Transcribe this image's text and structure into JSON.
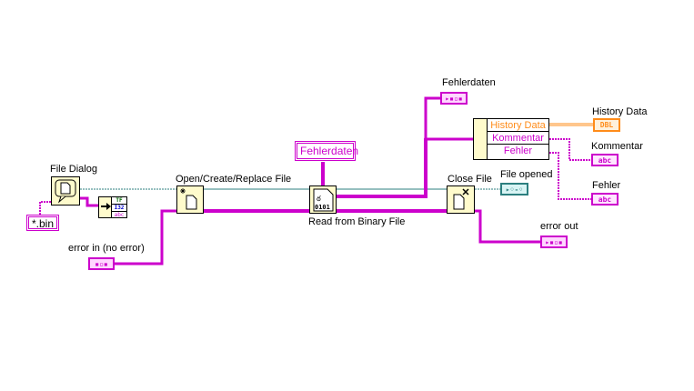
{
  "diagram": {
    "type": "LabVIEW block diagram",
    "nodes": {
      "file_dialog": {
        "label": "File Dialog"
      },
      "file_pattern_constant": {
        "value": "*.bin"
      },
      "open_file": {
        "label": "Open/Create/Replace File"
      },
      "fehlerdaten_constant": {
        "value": "Fehlerdaten"
      },
      "read_binary": {
        "label": "Read from Binary File",
        "icon_text": "0101"
      },
      "close_file": {
        "label": "Close File"
      },
      "unbundle": {
        "fields": [
          "History Data",
          "Kommentar",
          "Fehler"
        ]
      },
      "type_display": {
        "rows": [
          "TF",
          "I32",
          "abc"
        ]
      }
    },
    "terminals": {
      "error_in": {
        "label": "error in (no error)"
      },
      "fehlerdaten_ind": {
        "label": "Fehlerdaten"
      },
      "history_data": {
        "label": "History Data",
        "type": "DBL"
      },
      "kommentar": {
        "label": "Kommentar",
        "type": "abc"
      },
      "fehler": {
        "label": "Fehler",
        "type": "abc"
      },
      "file_opened": {
        "label": "File opened"
      },
      "error_out": {
        "label": "error out"
      }
    },
    "colors": {
      "cluster_wire": "#cc00cc",
      "refnum_wire": "#2c7f7f",
      "dbl_wire": "#ff8c1a",
      "node_fill": "#fffbcc"
    }
  }
}
